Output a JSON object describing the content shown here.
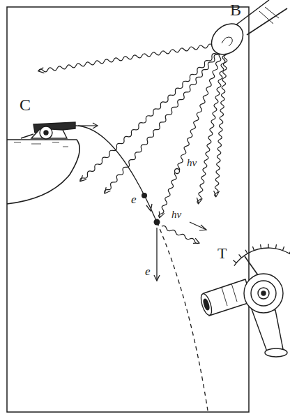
{
  "diagram": {
    "labels": [
      "B",
      "C",
      "hν",
      "e",
      "e",
      "hν",
      "T"
    ]
  }
}
